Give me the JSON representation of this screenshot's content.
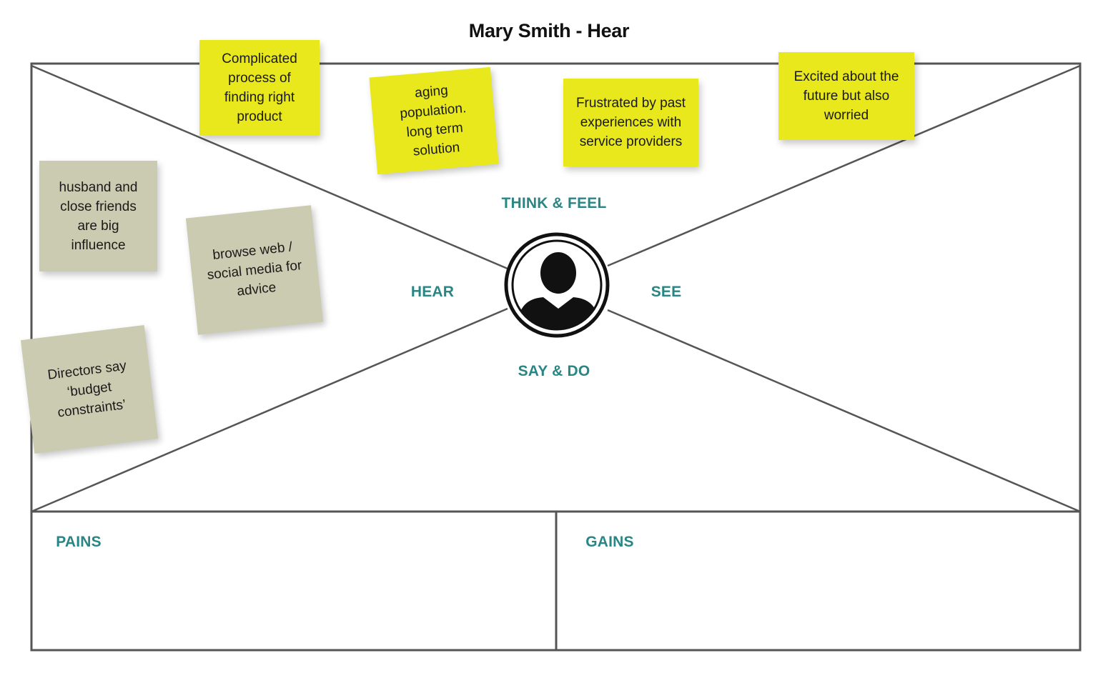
{
  "title": "Mary Smith - Hear",
  "sections": {
    "think_feel": "THINK & FEEL",
    "hear": "HEAR",
    "see": "SEE",
    "say_do": "SAY & DO",
    "pains": "PAINS",
    "gains": "GAINS"
  },
  "avatar_icon": "user-silhouette-icon",
  "colors": {
    "label_teal": "#2a8585",
    "sticky_yellow": "#e8e81c",
    "sticky_olive": "#cbcbb1",
    "frame_line": "#555555"
  },
  "sticky_notes": {
    "complicated": "Complicated process of finding right product",
    "aging": "aging population. long term solution",
    "frustrated": "Frustrated by past experiences with service providers",
    "excited": "Excited about the future but also worried",
    "husband": "husband and close friends are big influence",
    "browse": "browse web / social media for advice",
    "directors": "Directors say ‘budget constraints’"
  }
}
